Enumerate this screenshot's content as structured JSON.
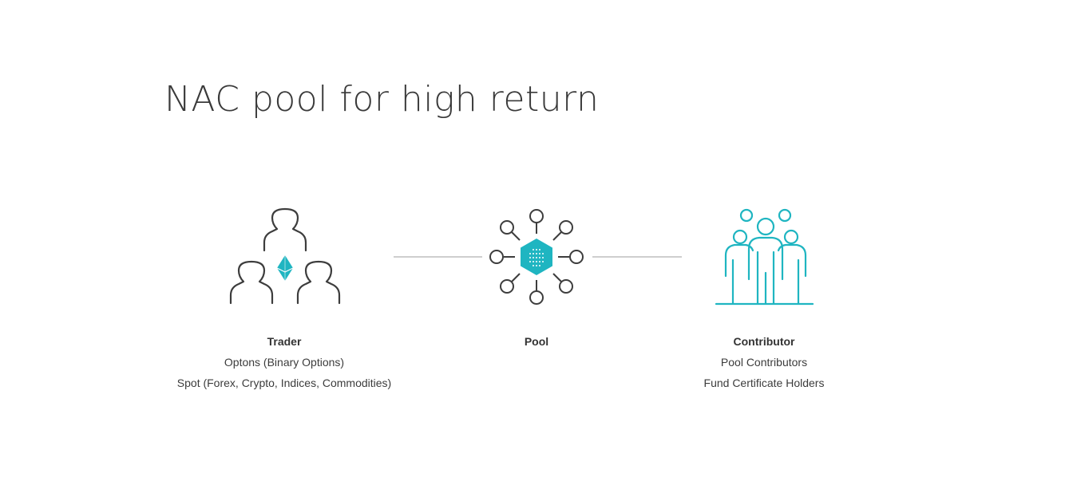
{
  "title": "NAC pool for high return",
  "nodes": {
    "trader": {
      "name": "Trader",
      "lines": [
        "Optons (Binary Options)",
        "Spot (Forex, Crypto, Indices, Commodities)"
      ],
      "icon": "people-with-ethereum-icon"
    },
    "pool": {
      "name": "Pool",
      "lines": [],
      "icon": "hexagon-network-icon"
    },
    "contributor": {
      "name": "Contributor",
      "lines": [
        "Pool Contributors",
        "Fund Certificate Holders"
      ],
      "icon": "group-of-people-icon"
    }
  },
  "colors": {
    "accent": "#1fb5c1",
    "icon_dark": "#3d3d3d",
    "connector": "#bdbdbd"
  }
}
